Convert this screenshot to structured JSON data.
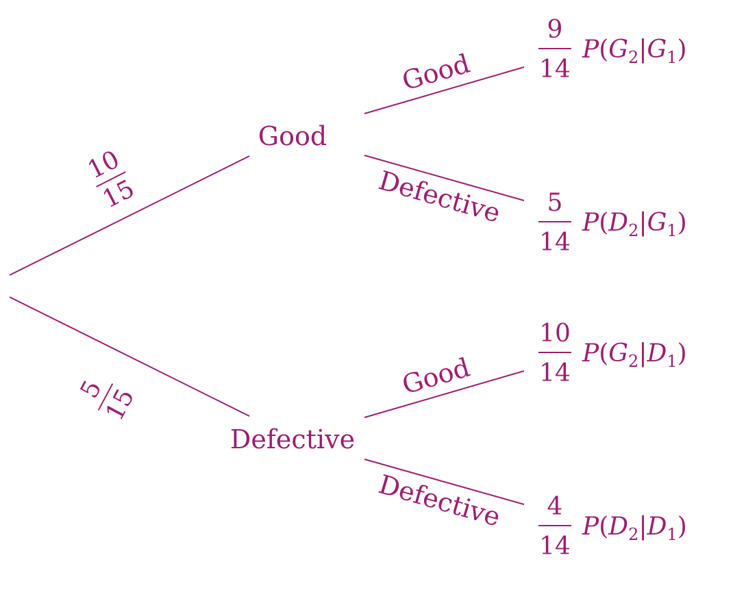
{
  "root_edges": {
    "good": {
      "prob": {
        "num": "10",
        "den": "15"
      }
    },
    "defective": {
      "prob": {
        "num": "5",
        "den": "15"
      }
    }
  },
  "nodes": {
    "good": "Good",
    "defective": "Defective"
  },
  "leaves": [
    {
      "edge_label": "Good",
      "num": "9",
      "den": "14",
      "event": "G",
      "given": "G"
    },
    {
      "edge_label": "Defective",
      "num": "5",
      "den": "14",
      "event": "D",
      "given": "G"
    },
    {
      "edge_label": "Good",
      "num": "10",
      "den": "14",
      "event": "G",
      "given": "D"
    },
    {
      "edge_label": "Defective",
      "num": "4",
      "den": "14",
      "event": "D",
      "given": "D"
    }
  ],
  "math": {
    "prob_symbol": "P",
    "open_paren": "(",
    "close_paren": ")",
    "bar": "|",
    "sub_second": "2",
    "sub_first": "1"
  },
  "colors": {
    "ink": "#9c1e6e"
  }
}
